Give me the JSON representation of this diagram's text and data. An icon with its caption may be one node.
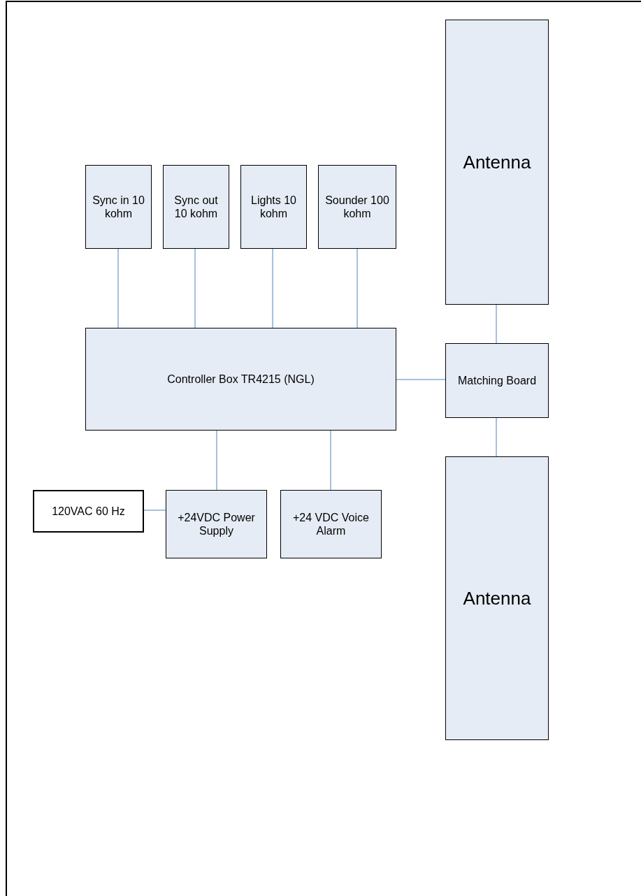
{
  "diagram": {
    "nodes": [
      {
        "text": [
          "Sync in 10 kohm"
        ]
      },
      {
        "text": [
          "Sync out 10 kohm"
        ]
      },
      {
        "text": [
          "Lights 10 kohm"
        ]
      },
      {
        "text": [
          "Sounder 100 kohm"
        ]
      },
      {
        "text": [
          "Controller Box TR4215 (NGL)"
        ]
      },
      {
        "text": [
          "Antenna"
        ]
      },
      {
        "text": [
          "Matching Board"
        ]
      },
      {
        "text": [
          "Antenna"
        ]
      },
      {
        "text": [
          "120VAC 60 Hz"
        ]
      },
      {
        "text": [
          "+24VDC Power Supply"
        ]
      },
      {
        "text": [
          "+24 VDC Voice Alarm"
        ]
      }
    ],
    "edges": [
      {
        "from": 0,
        "to": 4,
        "arrow": "none"
      },
      {
        "from": 1,
        "to": 4,
        "arrow": "none"
      },
      {
        "from": 2,
        "to": 4,
        "arrow": "none"
      },
      {
        "from": 3,
        "to": 4,
        "arrow": "none"
      },
      {
        "from": 4,
        "to": 6,
        "arrow": "none"
      },
      {
        "from": 5,
        "to": 6,
        "arrow": "none"
      },
      {
        "from": 6,
        "to": 7,
        "arrow": "none"
      },
      {
        "from": 4,
        "to": 9,
        "arrow": "none"
      },
      {
        "from": 4,
        "to": 10,
        "arrow": "none"
      },
      {
        "from": 8,
        "to": 9,
        "arrow": "none"
      }
    ]
  }
}
